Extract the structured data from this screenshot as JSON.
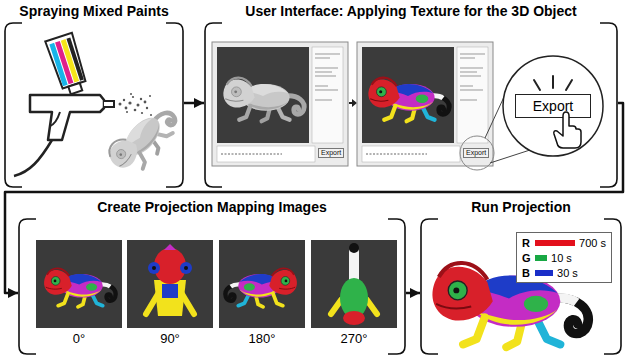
{
  "diagram": {
    "nodes": [
      {
        "text": [
          "Spraying Mixed Paints"
        ]
      },
      {
        "text": [
          "User Interface: Applying Texture for the 3D Object"
        ]
      },
      {
        "text": [
          "Export"
        ],
        "in": 1
      },
      {
        "text": [
          "Create Projection Mapping Images"
        ]
      },
      {
        "text": [
          "Run Projection"
        ]
      }
    ],
    "edges": [
      {
        "from": 0,
        "to": 1,
        "arrow": "to"
      },
      {
        "from": 1,
        "to": 3,
        "arrow": "to"
      },
      {
        "from": 3,
        "to": 4,
        "arrow": "to"
      }
    ],
    "labels": [
      "Export",
      "Export",
      "0°",
      "90°",
      "180°",
      "270°",
      "R",
      "G",
      "B"
    ],
    "legend": [
      {
        "text": "700 s",
        "color": "#e3101c"
      },
      {
        "text": "10 s",
        "color": "#18a844"
      },
      {
        "text": "30 s",
        "color": "#1a2ec8"
      }
    ]
  }
}
